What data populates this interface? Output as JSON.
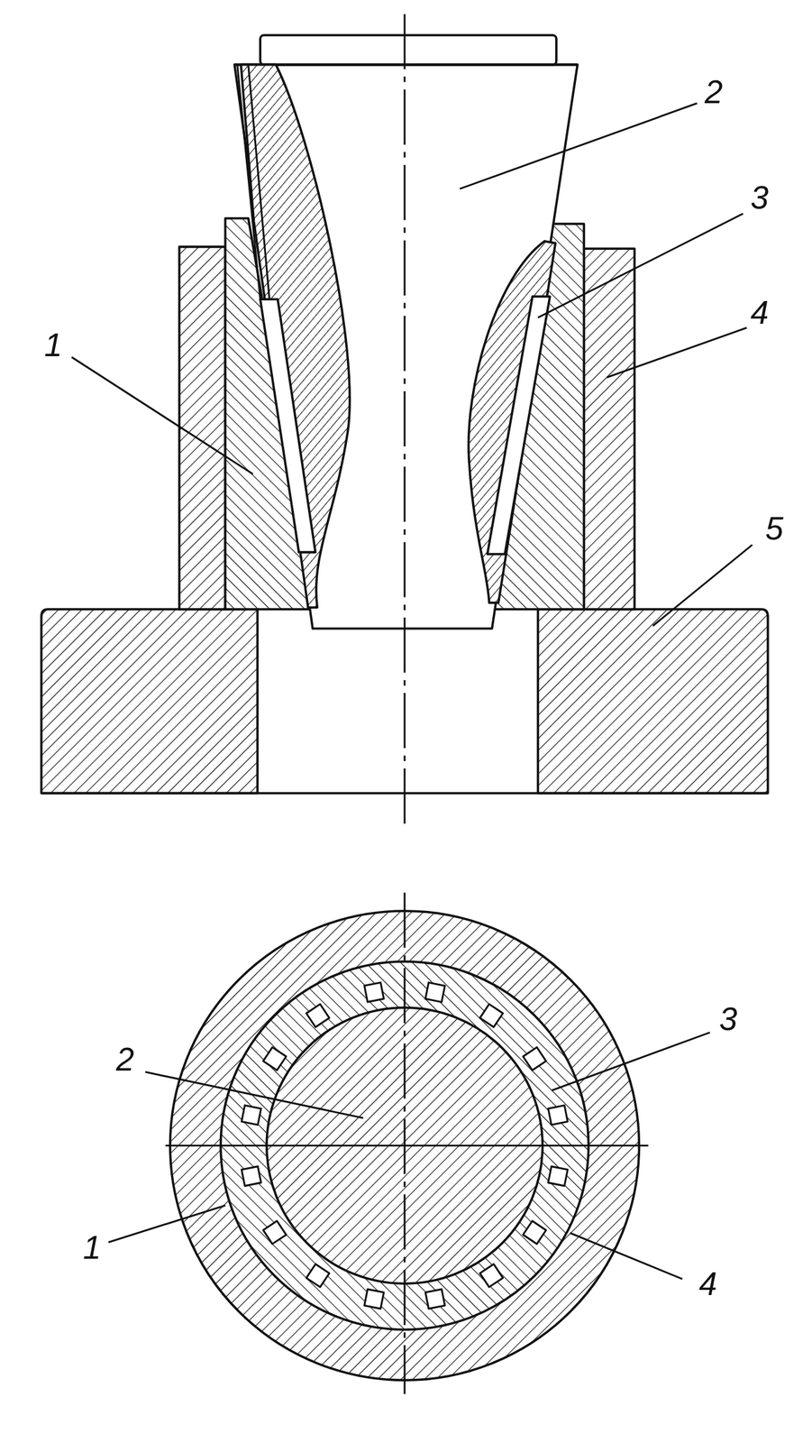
{
  "diagram": {
    "labels": [
      "2",
      "3",
      "4",
      "1",
      "5",
      "3",
      "2",
      "1",
      "4"
    ]
  }
}
